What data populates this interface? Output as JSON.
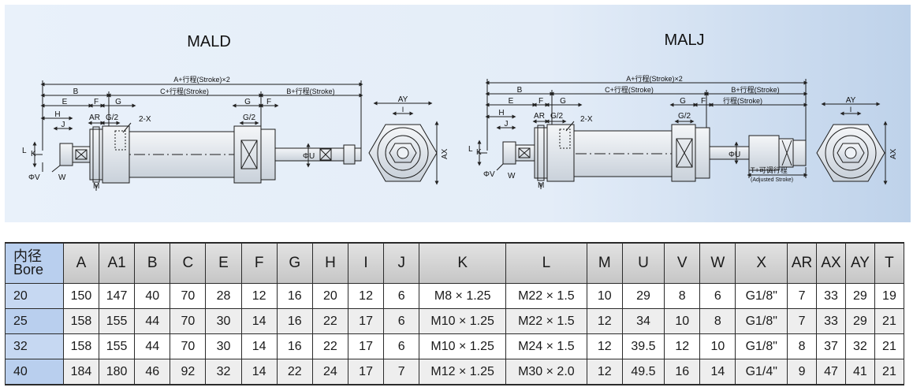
{
  "diagram": {
    "left_title": "MALD",
    "right_title": "MALJ",
    "colors": {
      "panel_from": "#e9f1fa",
      "panel_to": "#bed2ea",
      "outline": "#1c1c1c"
    },
    "labels": {
      "a_stroke2": "A+行程(Stroke)×2",
      "b": "B",
      "c_stroke": "C+行程(Stroke)",
      "b_stroke": "B+行程(Stroke)",
      "stroke": "行程(Stroke)",
      "e": "E",
      "f": "F",
      "g": "G",
      "h": "H",
      "j": "J",
      "ar": "AR",
      "g2": "G/2",
      "two_x": "2-X",
      "l": "L",
      "k": "K",
      "phi_v": "ΦV",
      "w": "W",
      "m": "M",
      "phi_u": "ΦU",
      "ay": "AY",
      "i": "I",
      "ax": "AX",
      "adjusted_cn": "T+可调行程",
      "adjusted_en": "(Adjusted Stroke)"
    }
  },
  "table": {
    "header_bore_cn": "内径",
    "header_bore_en": "Bore",
    "columns": [
      "A",
      "A1",
      "B",
      "C",
      "E",
      "F",
      "G",
      "H",
      "I",
      "J",
      "K",
      "L",
      "M",
      "U",
      "V",
      "W",
      "X",
      "AR",
      "AX",
      "AY",
      "T"
    ],
    "rows": [
      {
        "bore": "20",
        "values": [
          "150",
          "147",
          "40",
          "70",
          "28",
          "12",
          "16",
          "20",
          "12",
          "6",
          "M8 × 1.25",
          "M22 × 1.5",
          "10",
          "29",
          "8",
          "6",
          "G1/8\"",
          "7",
          "33",
          "29",
          "19"
        ]
      },
      {
        "bore": "25",
        "values": [
          "158",
          "155",
          "44",
          "70",
          "30",
          "14",
          "16",
          "22",
          "17",
          "6",
          "M10 × 1.25",
          "M22 × 1.5",
          "12",
          "34",
          "10",
          "8",
          "G1/8\"",
          "7",
          "33",
          "29",
          "21"
        ]
      },
      {
        "bore": "32",
        "values": [
          "158",
          "155",
          "44",
          "70",
          "30",
          "14",
          "16",
          "22",
          "17",
          "6",
          "M10 × 1.25",
          "M24 × 1.5",
          "12",
          "39.5",
          "12",
          "10",
          "G1/8\"",
          "8",
          "37",
          "32",
          "21"
        ]
      },
      {
        "bore": "40",
        "values": [
          "184",
          "180",
          "46",
          "92",
          "32",
          "14",
          "22",
          "24",
          "17",
          "7",
          "M12 × 1.25",
          "M30 × 2.0",
          "12",
          "49.5",
          "16",
          "14",
          "G1/4\"",
          "9",
          "47",
          "41",
          "21"
        ]
      }
    ]
  }
}
